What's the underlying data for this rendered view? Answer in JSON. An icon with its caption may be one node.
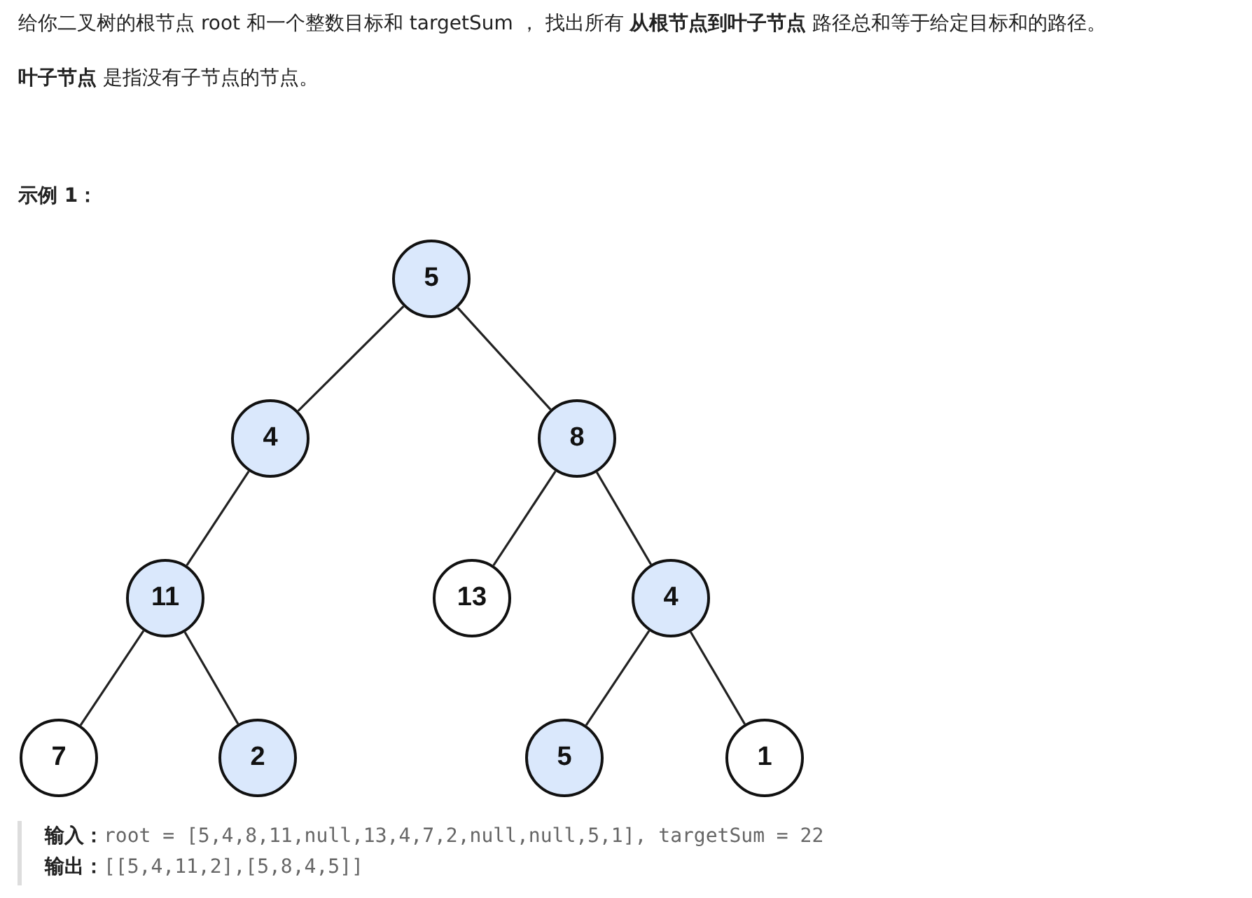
{
  "diagram": {
    "nodes": [
      {
        "text": [
          "5"
        ]
      },
      {
        "text": [
          "4"
        ]
      },
      {
        "text": [
          "8"
        ]
      },
      {
        "text": [
          "11"
        ]
      },
      {
        "text": [
          "13"
        ]
      },
      {
        "text": [
          "4"
        ]
      },
      {
        "text": [
          "7"
        ]
      },
      {
        "text": [
          "2"
        ]
      },
      {
        "text": [
          "5"
        ]
      },
      {
        "text": [
          "1"
        ]
      }
    ],
    "edges": [
      {
        "from": 0,
        "to": 1,
        "arrow": "none"
      },
      {
        "from": 0,
        "to": 2,
        "arrow": "none"
      },
      {
        "from": 1,
        "to": 3,
        "arrow": "none"
      },
      {
        "from": 2,
        "to": 4,
        "arrow": "none"
      },
      {
        "from": 2,
        "to": 5,
        "arrow": "none"
      },
      {
        "from": 3,
        "to": 6,
        "arrow": "none"
      },
      {
        "from": 3,
        "to": 7,
        "arrow": "none"
      },
      {
        "from": 5,
        "to": 8,
        "arrow": "none"
      },
      {
        "from": 5,
        "to": 9,
        "arrow": "none"
      }
    ],
    "labels": [
      "给你二叉树的根节点 root 和一个整数目标和 targetSum ， 找出所有 **从根节点到叶子节点** 路径总和等于给定目标和的路径。",
      "**叶子节点** 是指没有子节点的节点。",
      "示例 1：",
      "**输入：**root = [5,4,8,11,null,13,4,7,2,null,null,5,1], targetSum = 22",
      "**输出：**[[5,4,11,2],[5,8,4,5]]"
    ]
  }
}
